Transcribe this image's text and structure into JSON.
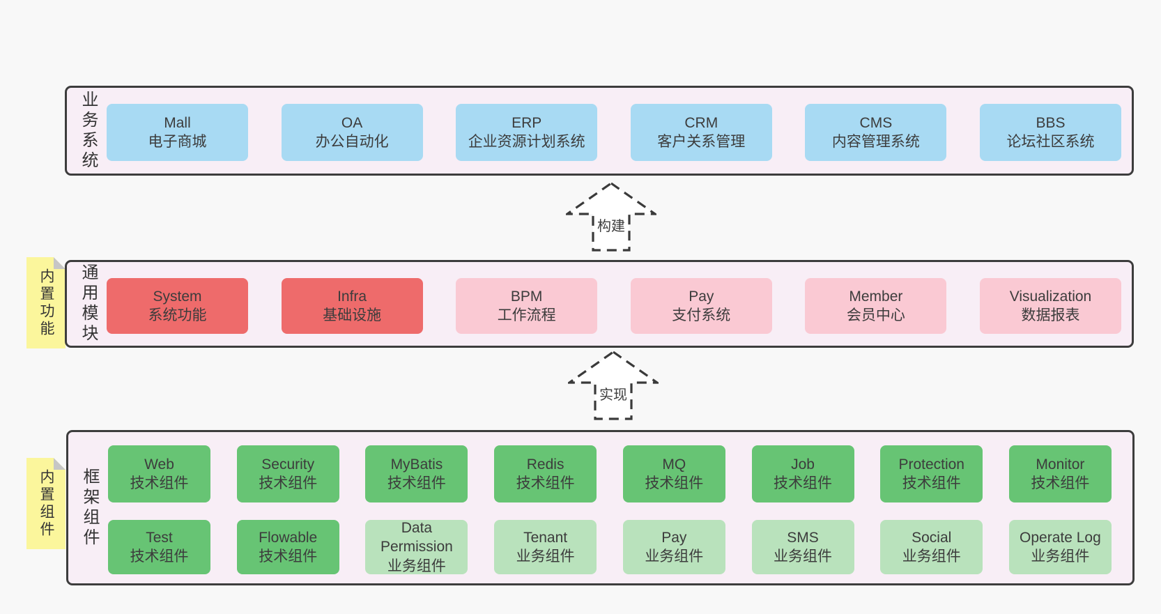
{
  "layers": {
    "business": {
      "label": "业务系统",
      "boxes": [
        {
          "name": "Mall",
          "desc": "电子商城",
          "variant": "blue"
        },
        {
          "name": "OA",
          "desc": "办公自动化",
          "variant": "blue"
        },
        {
          "name": "ERP",
          "desc": "企业资源计划系统",
          "variant": "blue"
        },
        {
          "name": "CRM",
          "desc": "客户关系管理",
          "variant": "blue"
        },
        {
          "name": "CMS",
          "desc": "内容管理系统",
          "variant": "blue"
        },
        {
          "name": "BBS",
          "desc": "论坛社区系统",
          "variant": "blue"
        }
      ]
    },
    "modules": {
      "label": "通用模块",
      "tag": "内置功能",
      "boxes": [
        {
          "name": "System",
          "desc": "系统功能",
          "variant": "red"
        },
        {
          "name": "Infra",
          "desc": "基础设施",
          "variant": "red"
        },
        {
          "name": "BPM",
          "desc": "工作流程",
          "variant": "pink"
        },
        {
          "name": "Pay",
          "desc": "支付系统",
          "variant": "pink"
        },
        {
          "name": "Member",
          "desc": "会员中心",
          "variant": "pink"
        },
        {
          "name": "Visualization",
          "desc": "数据报表",
          "variant": "pink"
        }
      ]
    },
    "framework": {
      "label": "框架组件",
      "tag": "内置组件",
      "row1": [
        {
          "name": "Web",
          "desc": "技术组件",
          "variant": "green"
        },
        {
          "name": "Security",
          "desc": "技术组件",
          "variant": "green"
        },
        {
          "name": "MyBatis",
          "desc": "技术组件",
          "variant": "green"
        },
        {
          "name": "Redis",
          "desc": "技术组件",
          "variant": "green"
        },
        {
          "name": "MQ",
          "desc": "技术组件",
          "variant": "green"
        },
        {
          "name": "Job",
          "desc": "技术组件",
          "variant": "green"
        },
        {
          "name": "Protection",
          "desc": "技术组件",
          "variant": "green"
        },
        {
          "name": "Monitor",
          "desc": "技术组件",
          "variant": "green"
        }
      ],
      "row2": [
        {
          "name": "Test",
          "desc": "技术组件",
          "variant": "green"
        },
        {
          "name": "Flowable",
          "desc": "技术组件",
          "variant": "green"
        },
        {
          "name": "Data Permission",
          "desc": "业务组件",
          "variant": "lightgreen"
        },
        {
          "name": "Tenant",
          "desc": "业务组件",
          "variant": "lightgreen"
        },
        {
          "name": "Pay",
          "desc": "业务组件",
          "variant": "lightgreen"
        },
        {
          "name": "SMS",
          "desc": "业务组件",
          "variant": "lightgreen"
        },
        {
          "name": "Social",
          "desc": "业务组件",
          "variant": "lightgreen"
        },
        {
          "name": "Operate Log",
          "desc": "业务组件",
          "variant": "lightgreen"
        }
      ]
    }
  },
  "arrows": {
    "build": "构建",
    "implement": "实现"
  },
  "colors": {
    "box_blue": "#a8daf3",
    "box_red": "#ee6b6b",
    "box_pink": "#fac9d3",
    "box_green": "#67c474",
    "box_light_green": "#b9e2bc",
    "tag_yellow": "#fbf69c",
    "section_bg": "#f8eef6",
    "border": "#3d3d3d"
  }
}
